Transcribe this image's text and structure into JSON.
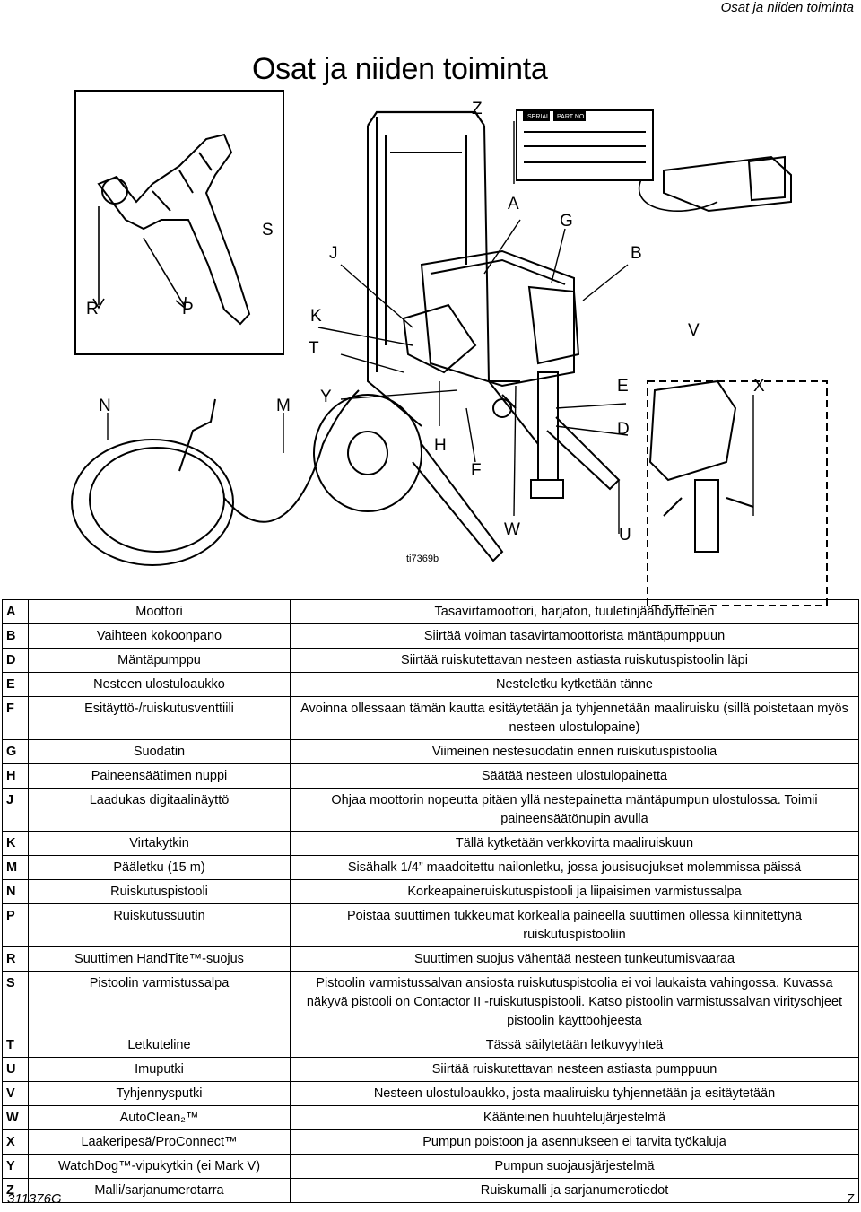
{
  "header": {
    "running_head": "Osat ja niiden toiminta",
    "title": "Osat ja niiden toiminta"
  },
  "figure": {
    "ref": "ti7369b",
    "plate_serial": "SERIAL",
    "plate_part": "PART NO.",
    "callouts": [
      "Z",
      "S",
      "A",
      "G",
      "J",
      "B",
      "R",
      "P",
      "K",
      "V",
      "T",
      "Y",
      "E",
      "X",
      "N",
      "M",
      "D",
      "H",
      "F",
      "W",
      "U"
    ]
  },
  "parts": [
    {
      "letter": "A",
      "name": "Moottori",
      "func": "Tasavirtamoottori, harjaton, tuuletinjäähdytteinen"
    },
    {
      "letter": "B",
      "name": "Vaihteen kokoonpano",
      "func": "Siirtää voiman tasavirtamoottorista mäntäpumppuun"
    },
    {
      "letter": "D",
      "name": "Mäntäpumppu",
      "func": "Siirtää ruiskutettavan nesteen astiasta ruiskutuspistoolin läpi"
    },
    {
      "letter": "E",
      "name": "Nesteen ulostuloaukko",
      "func": "Nesteletku kytketään tänne"
    },
    {
      "letter": "F",
      "name": "Esitäyttö-/ruiskutusventtiili",
      "func": "Avoinna ollessaan tämän kautta esitäytetään ja tyhjennetään maaliruisku (sillä poistetaan myös nesteen ulostulopaine)"
    },
    {
      "letter": "G",
      "name": "Suodatin",
      "func": "Viimeinen nestesuodatin ennen ruiskutuspistoolia"
    },
    {
      "letter": "H",
      "name": "Paineensäätimen nuppi",
      "func": "Säätää nesteen ulostulopainetta"
    },
    {
      "letter": "J",
      "name": "Laadukas digitaalinäyttö",
      "func": "Ohjaa moottorin nopeutta pitäen yllä nestepainetta mäntäpumpun ulostulossa. Toimii paineensäätönupin avulla"
    },
    {
      "letter": "K",
      "name": "Virtakytkin",
      "func": "Tällä kytketään verkkovirta maaliruiskuun"
    },
    {
      "letter": "M",
      "name": "Pääletku (15 m)",
      "func": "Sisähalk 1/4” maadoitettu nailonletku, jossa jousisuojukset molemmissa päissä"
    },
    {
      "letter": "N",
      "name": "Ruiskutuspistooli",
      "func": "Korkeapaineruiskutuspistooli ja liipaisimen varmistussalpa"
    },
    {
      "letter": "P",
      "name": "Ruiskutussuutin",
      "func": "Poistaa suuttimen tukkeumat korkealla paineella suuttimen ollessa kiinnitettynä ruiskutuspistooliin"
    },
    {
      "letter": "R",
      "name": "Suuttimen HandTite™-suojus",
      "func": "Suuttimen suojus vähentää nesteen tunkeutumisvaaraa"
    },
    {
      "letter": "S",
      "name": "Pistoolin varmistussalpa",
      "func": "Pistoolin varmistussalvan ansiosta ruiskutuspistoolia ei voi laukaista vahingossa. Kuvassa näkyvä pistooli on Contactor II -ruiskutuspistooli. Katso pistoolin varmistussalvan viritysohjeet pistoolin käyttöohjeesta"
    },
    {
      "letter": "T",
      "name": "Letkuteline",
      "func": "Tässä säilytetään letkuvyyhteä"
    },
    {
      "letter": "U",
      "name": "Imuputki",
      "func": "Siirtää ruiskutettavan nesteen astiasta pumppuun"
    },
    {
      "letter": "V",
      "name": "Tyhjennysputki",
      "func": "Nesteen ulostuloaukko, josta maaliruisku tyhjennetään ja esitäytetään"
    },
    {
      "letter": "W",
      "name": "AutoClean₂™",
      "func": "Käänteinen huuhtelujärjestelmä"
    },
    {
      "letter": "X",
      "name": "Laakeripesä/ProConnect™",
      "func": "Pumpun poistoon ja asennukseen ei tarvita työkaluja"
    },
    {
      "letter": "Y",
      "name": "WatchDog™-vipukytkin (ei Mark V)",
      "func": "Pumpun suojausjärjestelmä"
    },
    {
      "letter": "Z",
      "name": "Malli/sarjanumerotarra",
      "func": "Ruiskumalli ja sarjanumerotiedot"
    }
  ],
  "footer": {
    "doc_number": "311376G",
    "page_number": "7"
  }
}
